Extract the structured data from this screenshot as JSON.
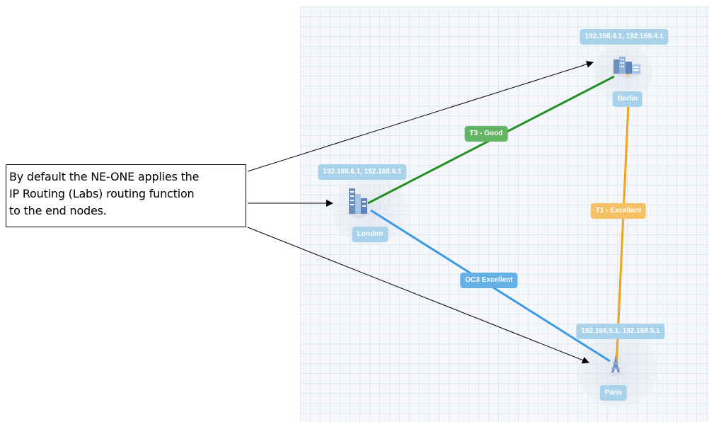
{
  "callout": {
    "lines": [
      "By default the NE-ONE applies the",
      "IP Routing (Labs) routing function",
      "to the end nodes."
    ]
  },
  "nodes": {
    "berlin": {
      "name": "Berlin",
      "ip": "192.168.4.1, 192.168.4.1",
      "icon": "office-buildings-icon"
    },
    "london": {
      "name": "London",
      "ip": "192.168.6.1, 192.168.6.1",
      "icon": "skyscrapers-icon"
    },
    "paris": {
      "name": "Paris",
      "ip": "192.168.5.1, 192.168.5.1",
      "icon": "eiffel-tower-icon"
    }
  },
  "links": {
    "london_berlin": {
      "label": "T3 - Good",
      "color": "#239123",
      "label_color": "#63b563"
    },
    "berlin_paris": {
      "label": "T1 - Excellent",
      "color": "#f3a21a",
      "label_color": "#f6c064"
    },
    "london_paris": {
      "label": "OC3 Excellent",
      "color": "#3a9be6",
      "label_color": "#63b1e6"
    }
  },
  "colors": {
    "pill_blue": "#a9d3ea",
    "arrow": "#000000"
  }
}
